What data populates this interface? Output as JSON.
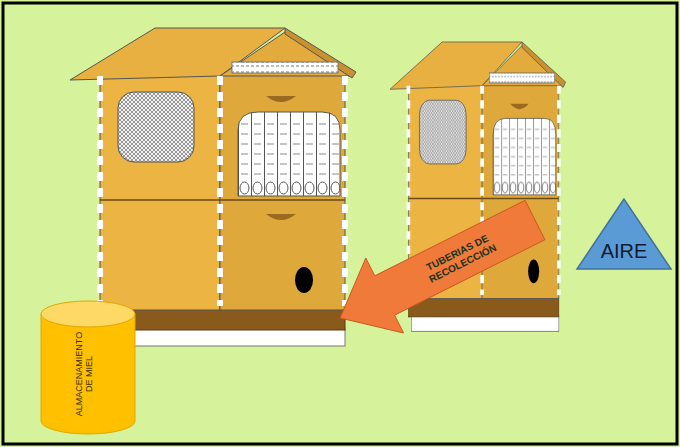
{
  "diagram": {
    "nodes": [
      {
        "text": [
          "TUBERIAS DE RECOLECCIÓN"
        ]
      },
      {
        "text": [
          "AIRE"
        ]
      },
      {
        "text": [
          "ALMACENAMIENTO DE MIEL"
        ]
      }
    ]
  }
}
